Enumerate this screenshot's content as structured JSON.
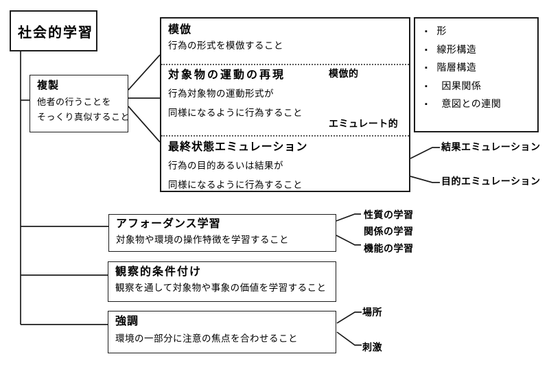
{
  "diagram": {
    "root_label": "社会的学習",
    "replication": {
      "title": "複製",
      "line1": "他者の行うことを",
      "line2": "そっくり真似すること"
    },
    "imitation": {
      "title": "模倣",
      "line1": "行為の形式を模倣すること"
    },
    "object_motion": {
      "title": "対象物の運動の再現",
      "line1": "行為対象物の運動形式が",
      "line2": "同様になるように行為すること",
      "arrow_top_label": "模倣的",
      "arrow_bottom_label": "エミュレート的"
    },
    "end_state": {
      "title": "最終状態エミュレーション",
      "line1": "行為の目的あるいは結果が",
      "line2": "同様になるように行為すること",
      "branch_result": "結果エミュレーション",
      "branch_goal": "目的エミュレーション"
    },
    "features": {
      "items": [
        "形",
        "線形構造",
        "階層構造",
        "因果関係",
        "意図との連関"
      ]
    },
    "affordance": {
      "title": "アフォーダンス学習",
      "line1": "対象物や環境の操作特徴を学習すること",
      "branches": [
        "性質の学習",
        "関係の学習",
        "機能の学習"
      ]
    },
    "observational": {
      "title": "観察的条件付け",
      "line1": "観察を通して対象物や事象の価値を学習すること"
    },
    "emphasis": {
      "title": "強調",
      "line1": "環境の一部分に注意の焦点を合わせること",
      "branches": [
        "場所",
        "刺激"
      ]
    }
  },
  "colors": {
    "line": "#1b1b1b",
    "divider": "#595959",
    "text": "#000000",
    "background": "#ffffff"
  }
}
